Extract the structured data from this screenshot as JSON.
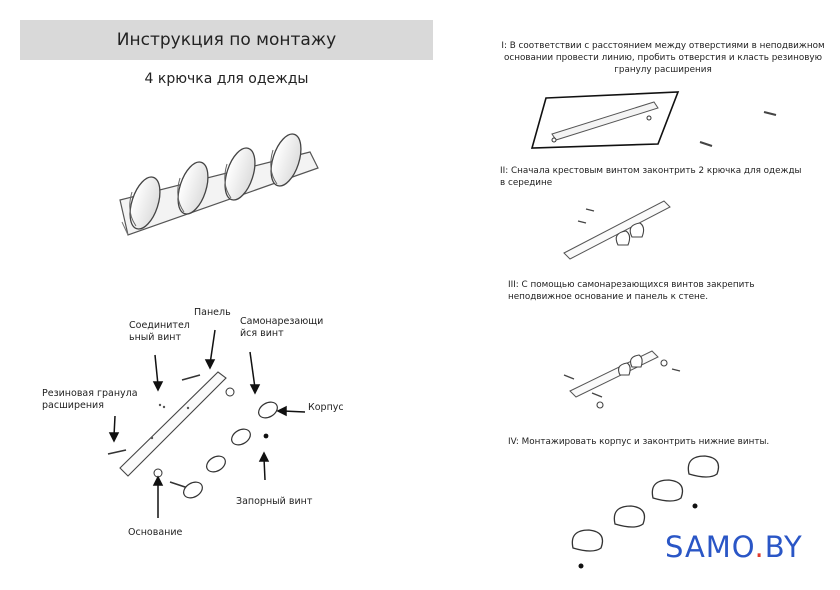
{
  "left": {
    "header": "Инструкция по монтажу",
    "subtitle": "4 крючка для одежды",
    "parts": {
      "connector_screw": [
        "Соединител",
        "ьный винт"
      ],
      "panel": "Панель",
      "self_tapping_screw": [
        "Самонарезающи",
        "йся винт"
      ],
      "rubber_granule": [
        "Резиновая гранула",
        "расширения"
      ],
      "body": "Корпус",
      "lock_screw": "Запорный винт",
      "base": "Основание"
    }
  },
  "right": {
    "steps": [
      {
        "id": "I",
        "lines": [
          "I: В соответствии с расстоянием между отверстиями в неподвижном",
          "основании провести линию, пробить отверстия и класть резиновую",
          "гранулу расширения"
        ]
      },
      {
        "id": "II",
        "lines": [
          "II: Сначала крестовым винтом законтрить 2 крючка для одежды",
          "в середине"
        ]
      },
      {
        "id": "III",
        "lines": [
          "III: С помощью самонарезающихся винтов закрепить",
          "неподвижное основание и панель к стене."
        ]
      },
      {
        "id": "IV",
        "lines": [
          "IV: Монтажировать корпус и законтрить нижние винты."
        ]
      }
    ]
  },
  "watermark": {
    "brand": "SAMO",
    "dot": ".",
    "tld": "BY",
    "color": "#2a56c6",
    "dot_color": "#e03a2e"
  }
}
